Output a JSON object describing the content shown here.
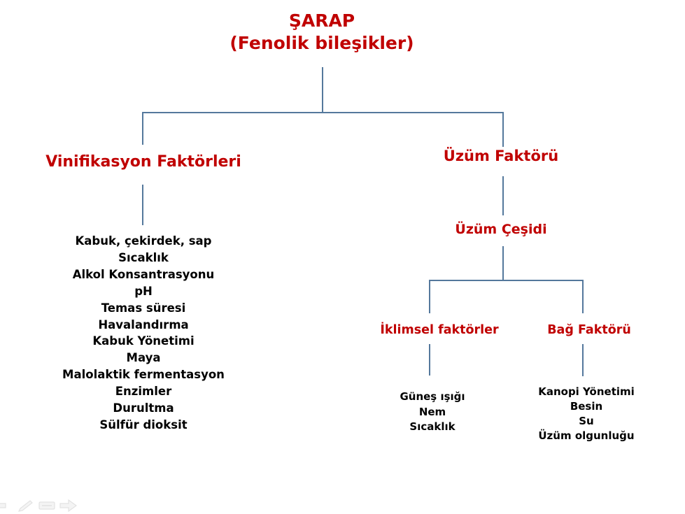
{
  "diagram": {
    "root": {
      "title": "ŞARAP",
      "subtitle": "(Fenolik bileşikler)"
    },
    "vinification": {
      "title": "Vinifikasyon Faktörleri",
      "items": [
        "Kabuk, çekirdek, sap",
        "Sıcaklık",
        "Alkol Konsantrasyonu",
        "pH",
        "Temas süresi",
        "Havalandırma",
        "Kabuk Yönetimi",
        "Maya",
        "Malolaktik fermentasyon",
        "Enzimler",
        "Durultma",
        "Sülfür dioksit"
      ]
    },
    "grape": {
      "title": "Üzüm Faktörü",
      "variety": "Üzüm Çeşidi",
      "climate": {
        "title": "İklimsel faktörler",
        "items": [
          "Güneş ışığı",
          "Nem",
          "Sıcaklık"
        ]
      },
      "vineyard": {
        "title": "Bağ Faktörü",
        "items": [
          "Kanopi Yönetimi",
          "Besin",
          "Su",
          "Üzüm olgunluğu"
        ]
      }
    }
  },
  "colors": {
    "heading_red": "#c00000",
    "body_black": "#000000",
    "connector_blue": "#54789c"
  },
  "slideshow_toolbar": {
    "icons": [
      "previous-slide-arrow",
      "pen",
      "slide-menu",
      "next-slide-arrow"
    ]
  }
}
